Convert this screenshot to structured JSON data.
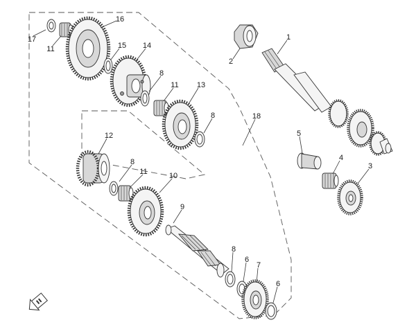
{
  "diagram": {
    "orientation_icon": "arrow-box-icon",
    "callouts": [
      "1",
      "2",
      "3",
      "4",
      "5",
      "6",
      "7",
      "8",
      "9",
      "10",
      "11",
      "12",
      "13",
      "14",
      "15",
      "16",
      "17",
      "18"
    ],
    "labels": [
      {
        "id": "c17",
        "text": "17"
      },
      {
        "id": "c11a",
        "text": "11"
      },
      {
        "id": "c16",
        "text": "16"
      },
      {
        "id": "c15",
        "text": "15"
      },
      {
        "id": "c14",
        "text": "14"
      },
      {
        "id": "c8a",
        "text": "8"
      },
      {
        "id": "c11b",
        "text": "11"
      },
      {
        "id": "c13",
        "text": "13"
      },
      {
        "id": "c8b",
        "text": "8"
      },
      {
        "id": "c12",
        "text": "12"
      },
      {
        "id": "c8c",
        "text": "8"
      },
      {
        "id": "c11c",
        "text": "11"
      },
      {
        "id": "c10",
        "text": "10"
      },
      {
        "id": "c9",
        "text": "9"
      },
      {
        "id": "c8d",
        "text": "8"
      },
      {
        "id": "c6a",
        "text": "6"
      },
      {
        "id": "c7",
        "text": "7"
      },
      {
        "id": "c6b",
        "text": "6"
      },
      {
        "id": "c18",
        "text": "18"
      },
      {
        "id": "c1",
        "text": "1"
      },
      {
        "id": "c2",
        "text": "2"
      },
      {
        "id": "c5",
        "text": "5"
      },
      {
        "id": "c4",
        "text": "4"
      },
      {
        "id": "c3",
        "text": "3"
      }
    ]
  }
}
